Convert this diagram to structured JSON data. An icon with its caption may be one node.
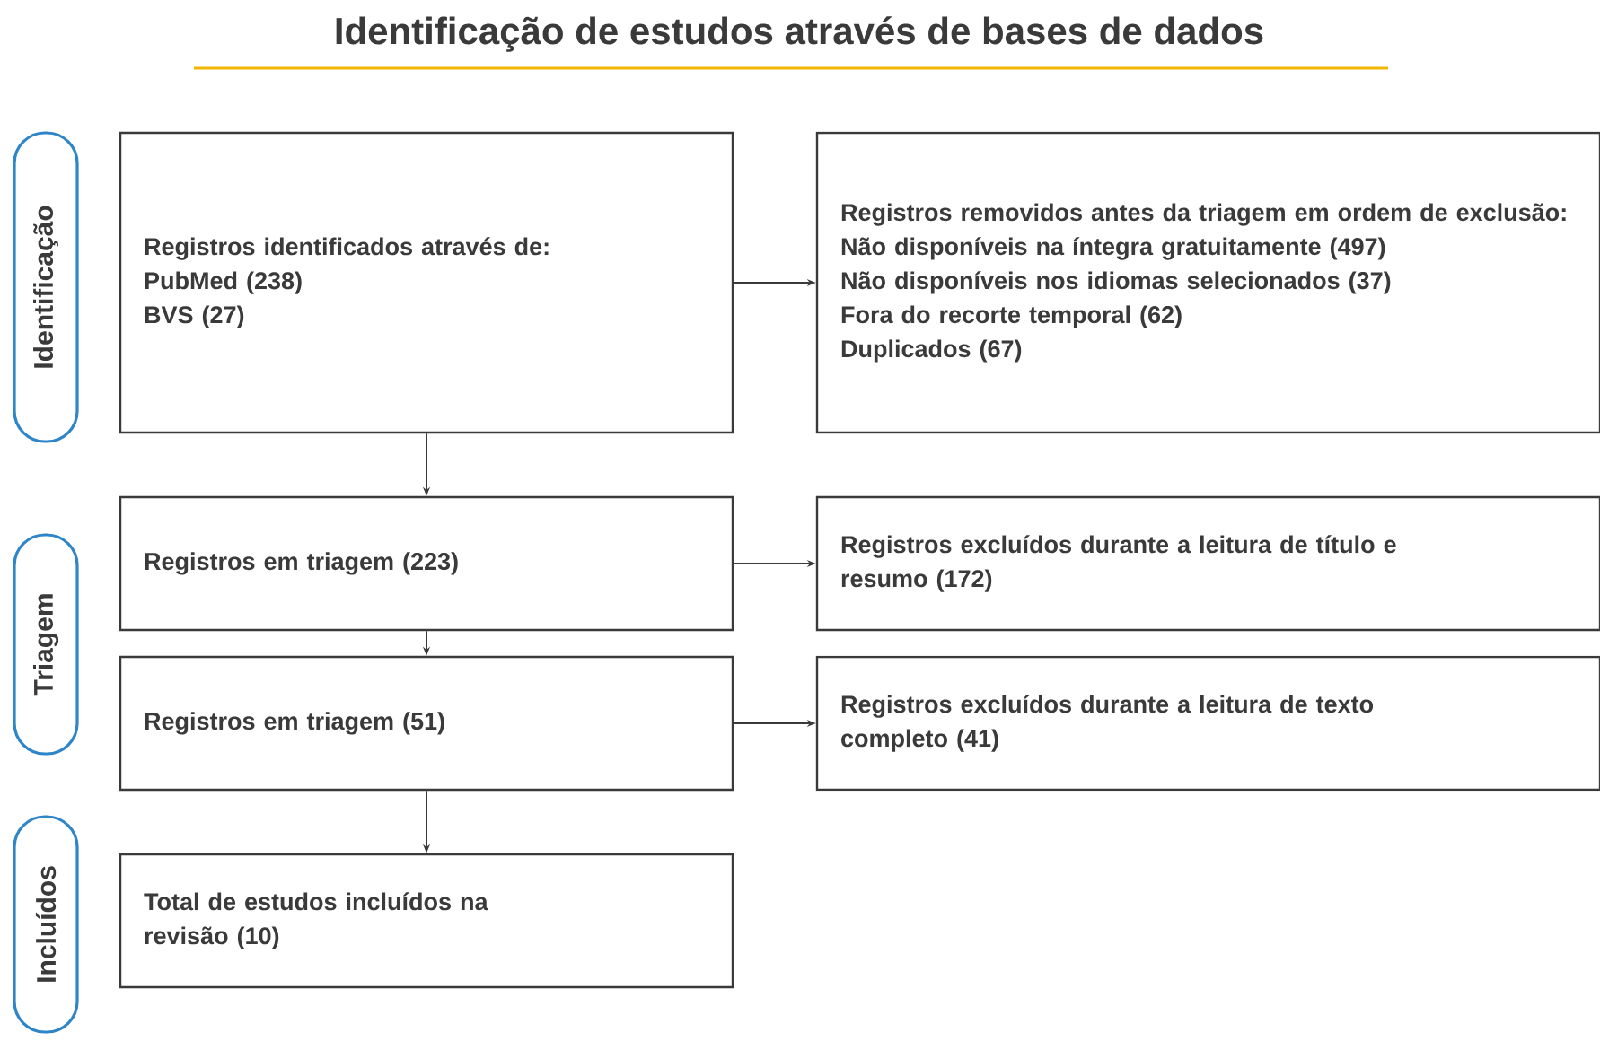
{
  "diagram": {
    "title": "Identificação de estudos através de bases de dados",
    "nodes": [
      {
        "text": [
          "Identificação"
        ]
      },
      {
        "text": [
          "Registros identificados através de:",
          "PubMed (238)",
          "BVS (27)"
        ]
      },
      {
        "text": [
          "Registros removidos antes da triagem em ordem de exclusão:",
          "Não disponíveis na íntegra gratuitamente (497)",
          "Não disponíveis nos idiomas selecionados (37)",
          "Fora do recorte temporal (62)",
          "Duplicados (67)"
        ]
      },
      {
        "text": [
          "Triagem"
        ]
      },
      {
        "text": [
          "Registros em triagem (223)"
        ]
      },
      {
        "text": [
          "Registros excluídos durante a leitura de título e resumo (172)"
        ]
      },
      {
        "text": [
          "Registros em triagem (51)"
        ]
      },
      {
        "text": [
          "Registros excluídos durante a leitura de texto completo (41)"
        ]
      },
      {
        "text": [
          "Incluídos"
        ]
      },
      {
        "text": [
          "Total de estudos incluídos na revisão (10)"
        ]
      }
    ],
    "edges": [
      {
        "from": 1,
        "to": 2,
        "arrow": "to"
      },
      {
        "from": 1,
        "to": 4,
        "arrow": "to"
      },
      {
        "from": 4,
        "to": 5,
        "arrow": "to"
      },
      {
        "from": 4,
        "to": 6,
        "arrow": "to"
      },
      {
        "from": 6,
        "to": 7,
        "arrow": "to"
      },
      {
        "from": 6,
        "to": 9,
        "arrow": "to"
      }
    ]
  }
}
